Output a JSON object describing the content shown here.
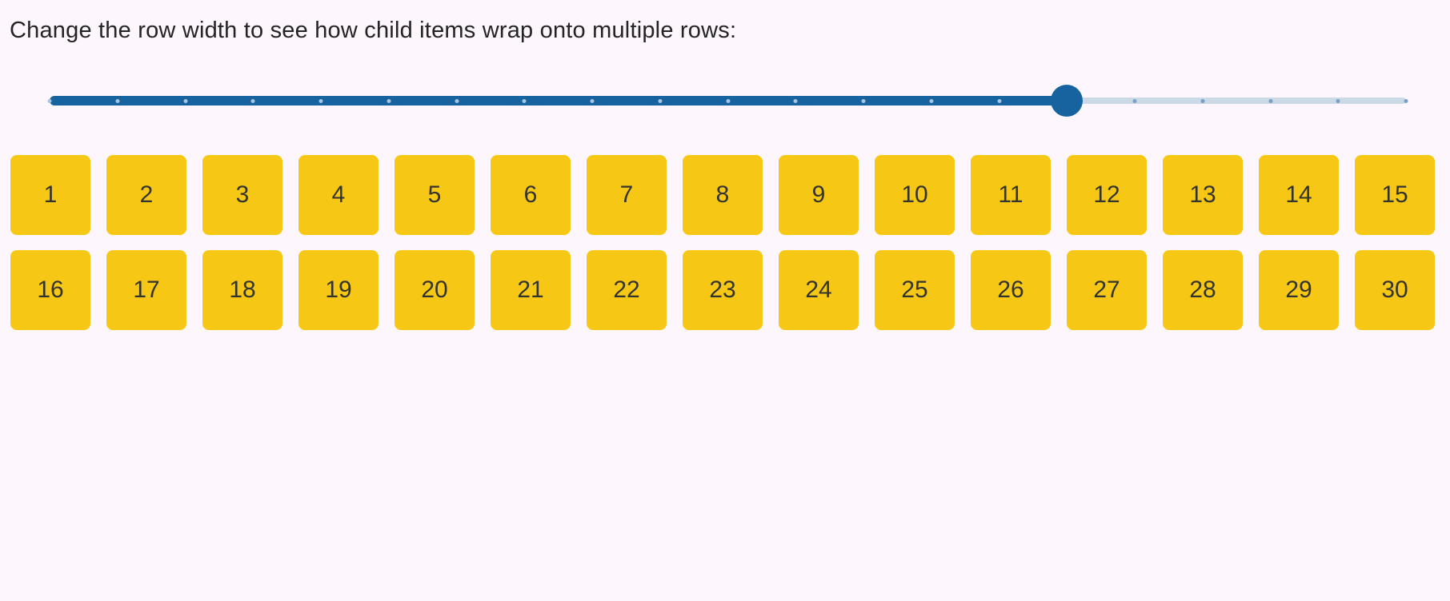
{
  "page": {
    "background_color": "#FDF6FD"
  },
  "header": {
    "instruction": "Change the row width to see how child items wrap onto multiple rows:"
  },
  "slider": {
    "value_percent": 75,
    "tick_count": 21,
    "colors": {
      "fill": "#16639F",
      "thumb": "#16639F",
      "rail": "#CBD9E7",
      "tick_on_fill": "#A5C5E0",
      "tick_on_rail": "#79A0C6"
    }
  },
  "items": {
    "count": 30,
    "per_row": 15,
    "labels": [
      "1",
      "2",
      "3",
      "4",
      "5",
      "6",
      "7",
      "8",
      "9",
      "10",
      "11",
      "12",
      "13",
      "14",
      "15",
      "16",
      "17",
      "18",
      "19",
      "20",
      "21",
      "22",
      "23",
      "24",
      "25",
      "26",
      "27",
      "28",
      "29",
      "30"
    ],
    "box_color": "#F6C815",
    "text_color": "#333330"
  }
}
